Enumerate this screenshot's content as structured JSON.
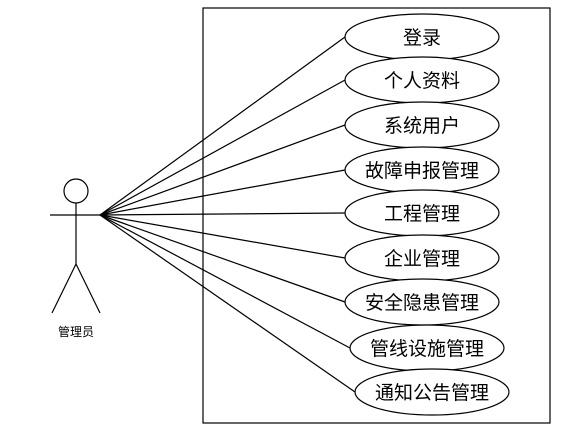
{
  "actor": {
    "label": "管理员"
  },
  "use_cases": [
    {
      "label": "登录"
    },
    {
      "label": "个人资料"
    },
    {
      "label": "系统用户"
    },
    {
      "label": "故障申报管理"
    },
    {
      "label": "工程管理"
    },
    {
      "label": "企业管理"
    },
    {
      "label": "安全隐患管理"
    },
    {
      "label": "管线设施管理"
    },
    {
      "label": "通知公告管理"
    }
  ]
}
